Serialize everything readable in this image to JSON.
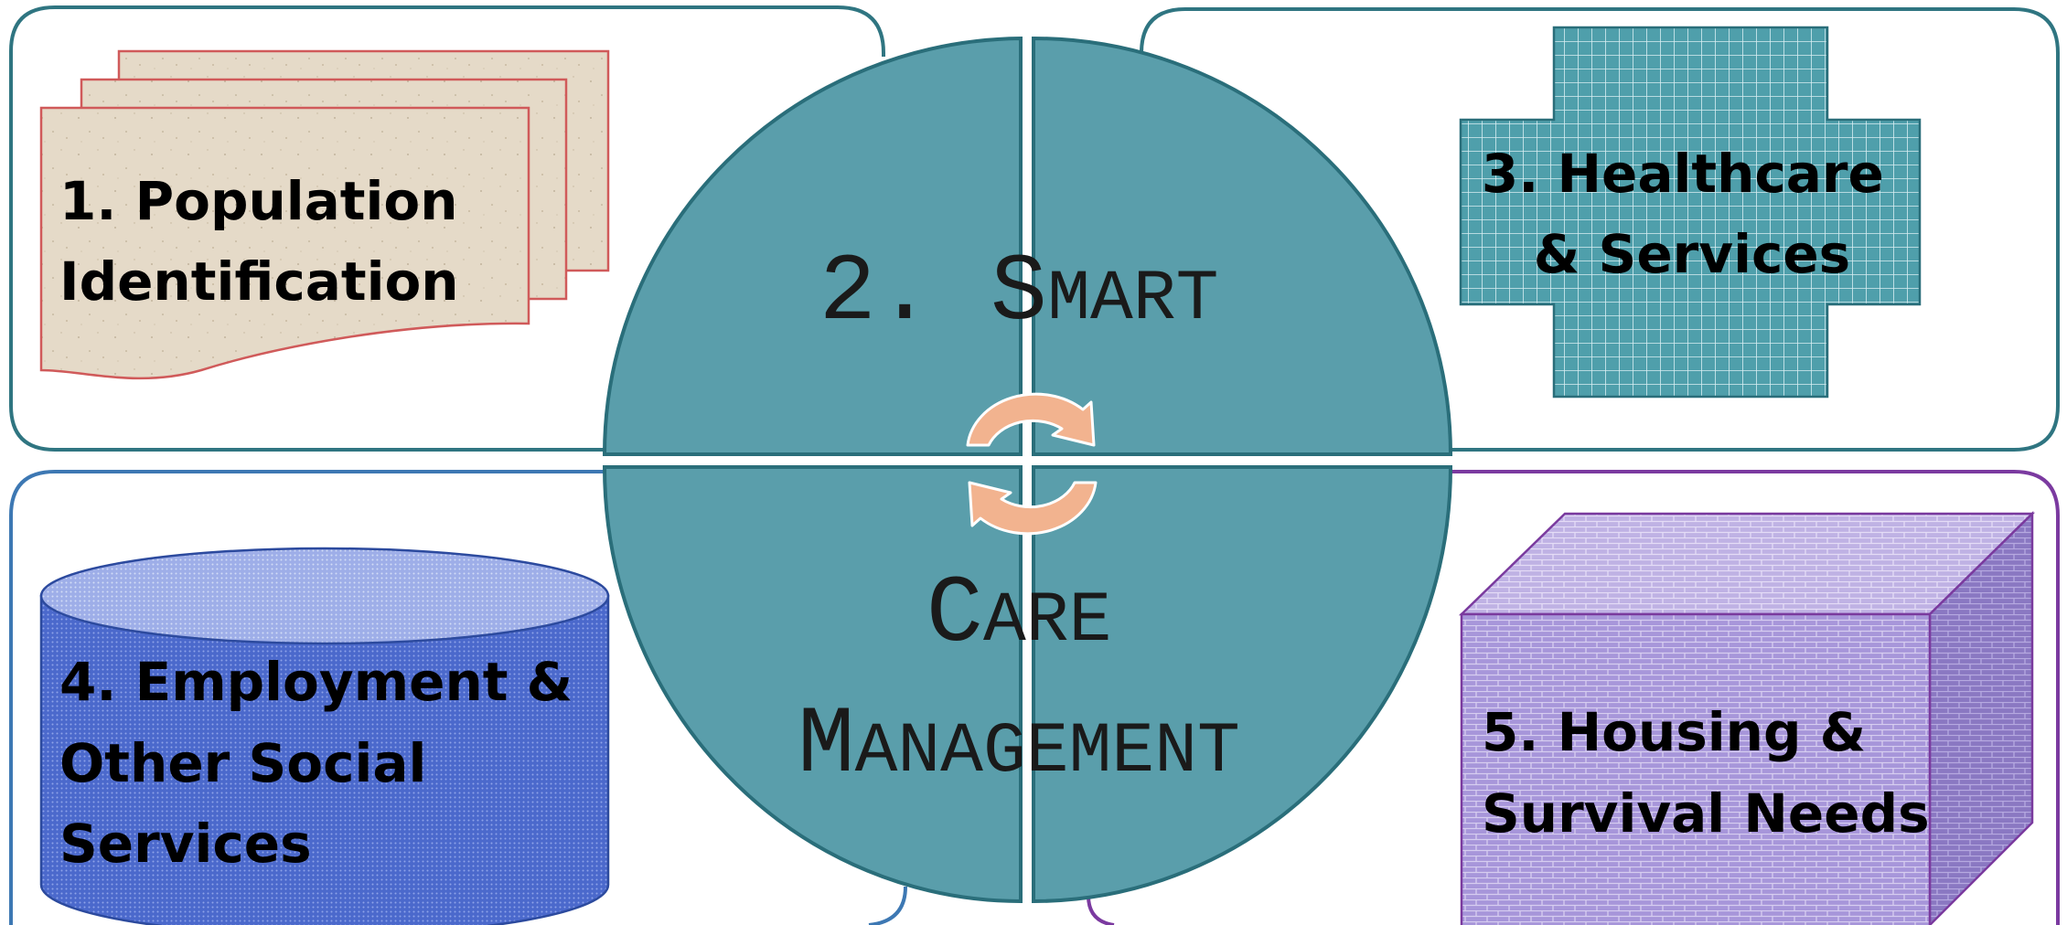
{
  "diagram": {
    "center": {
      "line1_num": "2. ",
      "line1_cap": "S",
      "line1_rest": "MART",
      "line2_cap": "C",
      "line2_rest": "ARE",
      "line3_cap": "M",
      "line3_rest": "ANAGEMENT"
    },
    "population": {
      "line1": "1. Population",
      "line2": "Identification"
    },
    "healthcare": {
      "line1": "3. Healthcare",
      "line2": "& Services"
    },
    "employment": {
      "line1": "4. Employment &",
      "line2": "Other Social",
      "line3": "Services"
    },
    "housing": {
      "line1": "5. Housing &",
      "line2": "Survival Needs"
    },
    "colors": {
      "teal": "#5a9eab",
      "teal_border": "#2a6e7a",
      "population_fill": "#e3d8c5",
      "population_border": "#d05a5a",
      "employment_fill": "#4f6fd0",
      "housing_fill": "#a593d8",
      "housing_border": "#7a3a9e",
      "cycle_arrow": "#f2b38f"
    }
  }
}
